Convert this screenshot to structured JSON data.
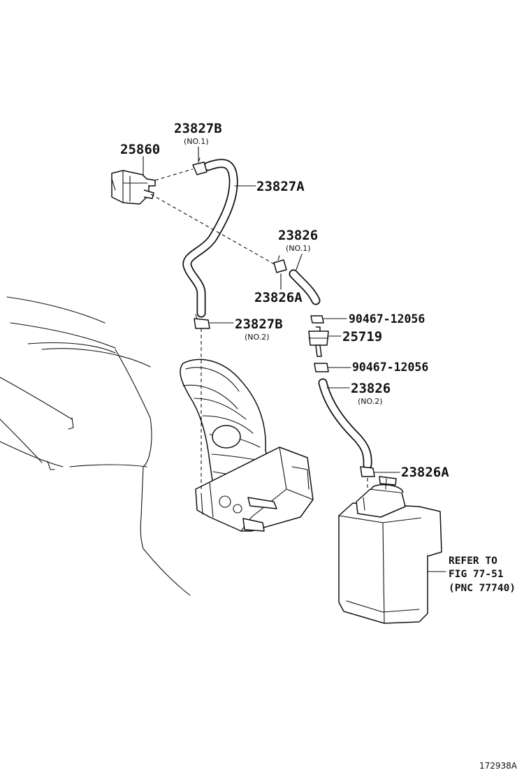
{
  "callouts": {
    "p25860": {
      "part": "25860"
    },
    "p23827B_no1": {
      "part": "23827B",
      "note": "(NO.1)"
    },
    "p23827A": {
      "part": "23827A"
    },
    "p23826_no1": {
      "part": "23826",
      "note": "(NO.1)"
    },
    "p23826A_upper": {
      "part": "23826A"
    },
    "p23827B_no2": {
      "part": "23827B",
      "note": "(NO.2)"
    },
    "p90467_upper": {
      "part": "90467-12056"
    },
    "p25719": {
      "part": "25719"
    },
    "p90467_lower": {
      "part": "90467-12056"
    },
    "p23826_no2": {
      "part": "23826",
      "note": "(NO.2)"
    },
    "p23826A_lower": {
      "part": "23826A"
    }
  },
  "reference": {
    "line1": "REFER TO",
    "line2": "FIG 77-51",
    "line3": "(PNC 77740)"
  },
  "figure_id": "172938A"
}
